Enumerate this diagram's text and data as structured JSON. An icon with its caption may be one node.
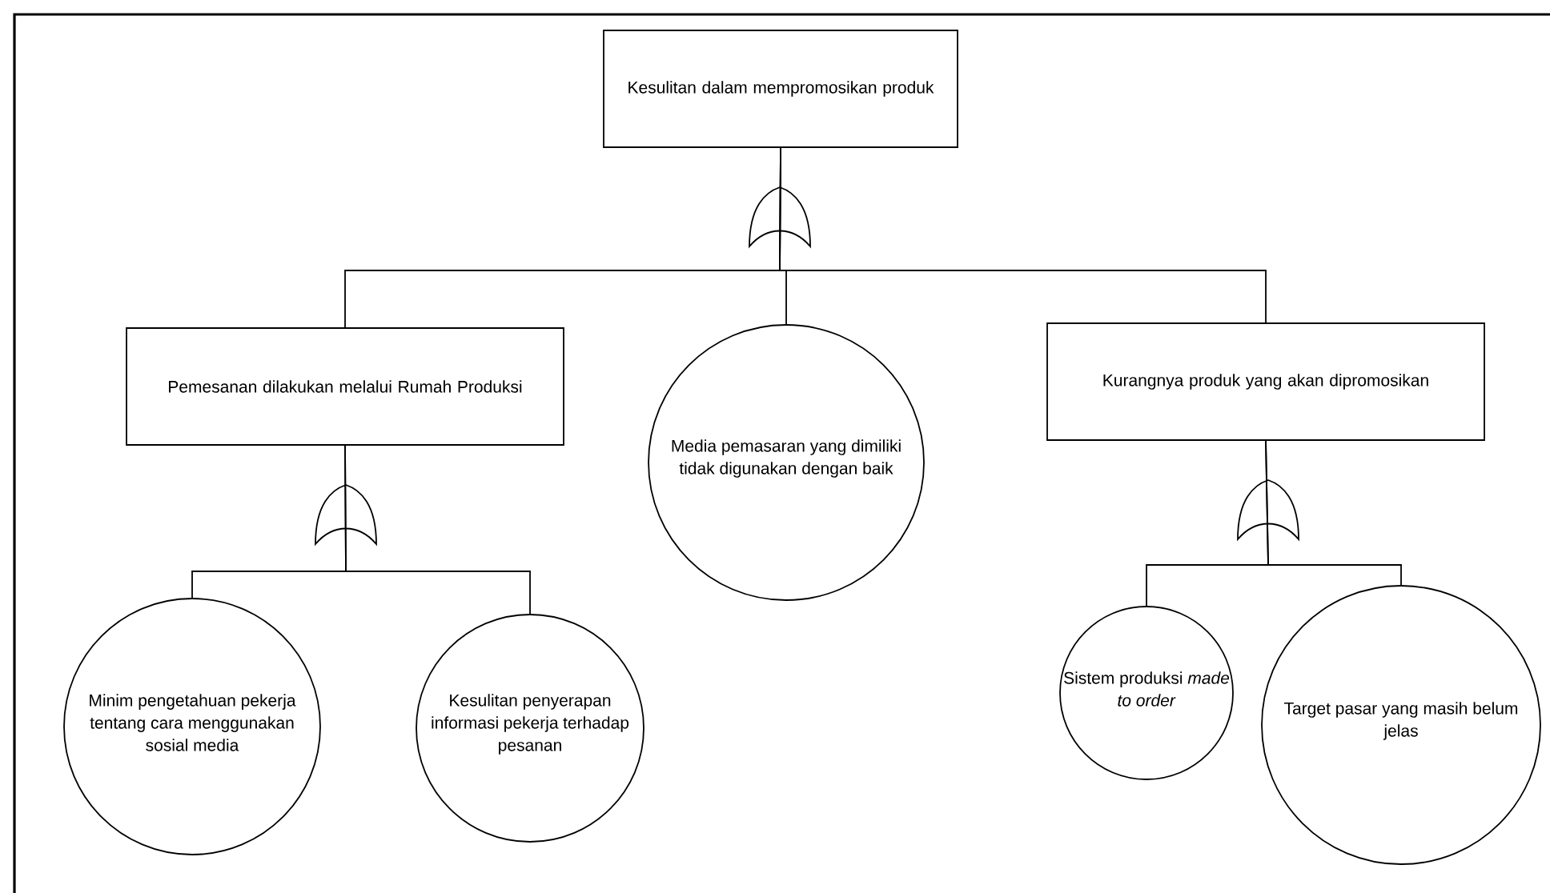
{
  "diagram": {
    "nodes": [
      {
        "text": [
          "Kesulitan dalam mempromosikan produk"
        ]
      },
      {
        "text": [
          "Pemesanan dilakukan melalui Rumah Produksi"
        ]
      },
      {
        "text": [
          "Media pemasaran yang dimiliki tidak digunakan dengan baik"
        ]
      },
      {
        "text": [
          "Kurangnya produk yang akan dipromosikan"
        ]
      },
      {
        "text": [
          "Minim pengetahuan pekerja tentang cara menggunakan sosial media"
        ]
      },
      {
        "text": [
          "Kesulitan penyerapan informasi pekerja terhadap pesanan"
        ]
      },
      {
        "text": [
          "Sistem produksi *made to order*"
        ]
      },
      {
        "text": [
          "Target pasar yang masih belum jelas"
        ]
      }
    ],
    "edges": [
      {
        "from": 1,
        "to": 0,
        "arrow": "none"
      },
      {
        "from": 2,
        "to": 0,
        "arrow": "none"
      },
      {
        "from": 3,
        "to": 0,
        "arrow": "none"
      },
      {
        "from": 4,
        "to": 1,
        "arrow": "none"
      },
      {
        "from": 5,
        "to": 1,
        "arrow": "none"
      },
      {
        "from": 6,
        "to": 3,
        "arrow": "none"
      },
      {
        "from": 7,
        "to": 3,
        "arrow": "none"
      }
    ]
  }
}
